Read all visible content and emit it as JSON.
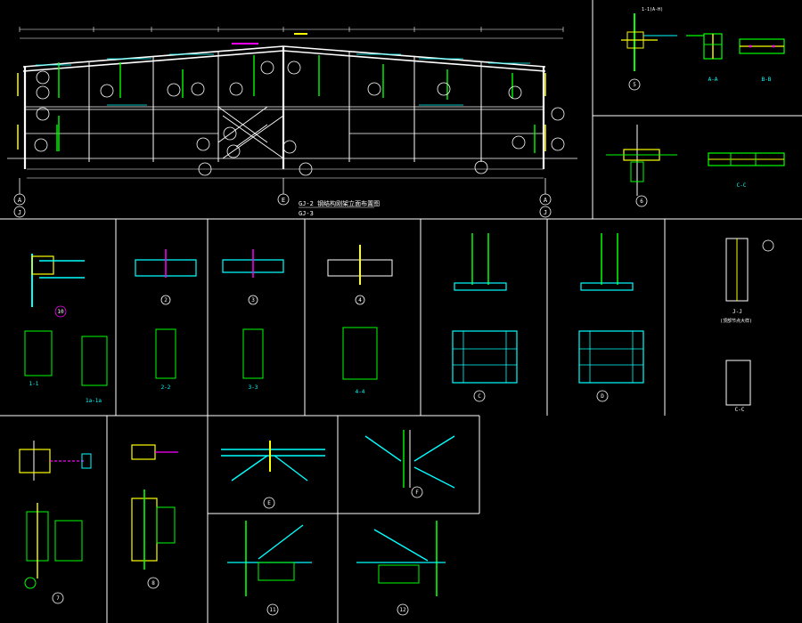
{
  "colors": {
    "background": "#000000",
    "frame": "#ffffff",
    "steel": "#00ff00",
    "beam": "#00ffff",
    "dim": "#ffff00",
    "weld": "#ff00ff",
    "red": "#ff3333"
  },
  "elevation": {
    "caption_1": "GJ-2  钢结构刚架立面布置图",
    "caption_2": "GJ-3",
    "axis_labels": [
      "A",
      "J",
      "E",
      "A",
      "J"
    ]
  },
  "detail_labels": {
    "section_a": "A-A",
    "section_b": "B-B",
    "section_c": "C-C",
    "section_1": "1-1",
    "section_1a": "1a-1a",
    "section_2": "2-2",
    "section_3": "3-3",
    "section_4": "4-4",
    "section_j": "J-J",
    "section_c2": "C-C",
    "j_note": "(顶部节点大样)",
    "d10": "10",
    "d2": "2",
    "d3": "3",
    "d4": "4",
    "dC": "C",
    "dD": "D",
    "d7": "7",
    "d8": "8",
    "dE": "E",
    "dF": "F",
    "d11": "11",
    "d12": "12",
    "d5": "5",
    "d6": "6"
  }
}
